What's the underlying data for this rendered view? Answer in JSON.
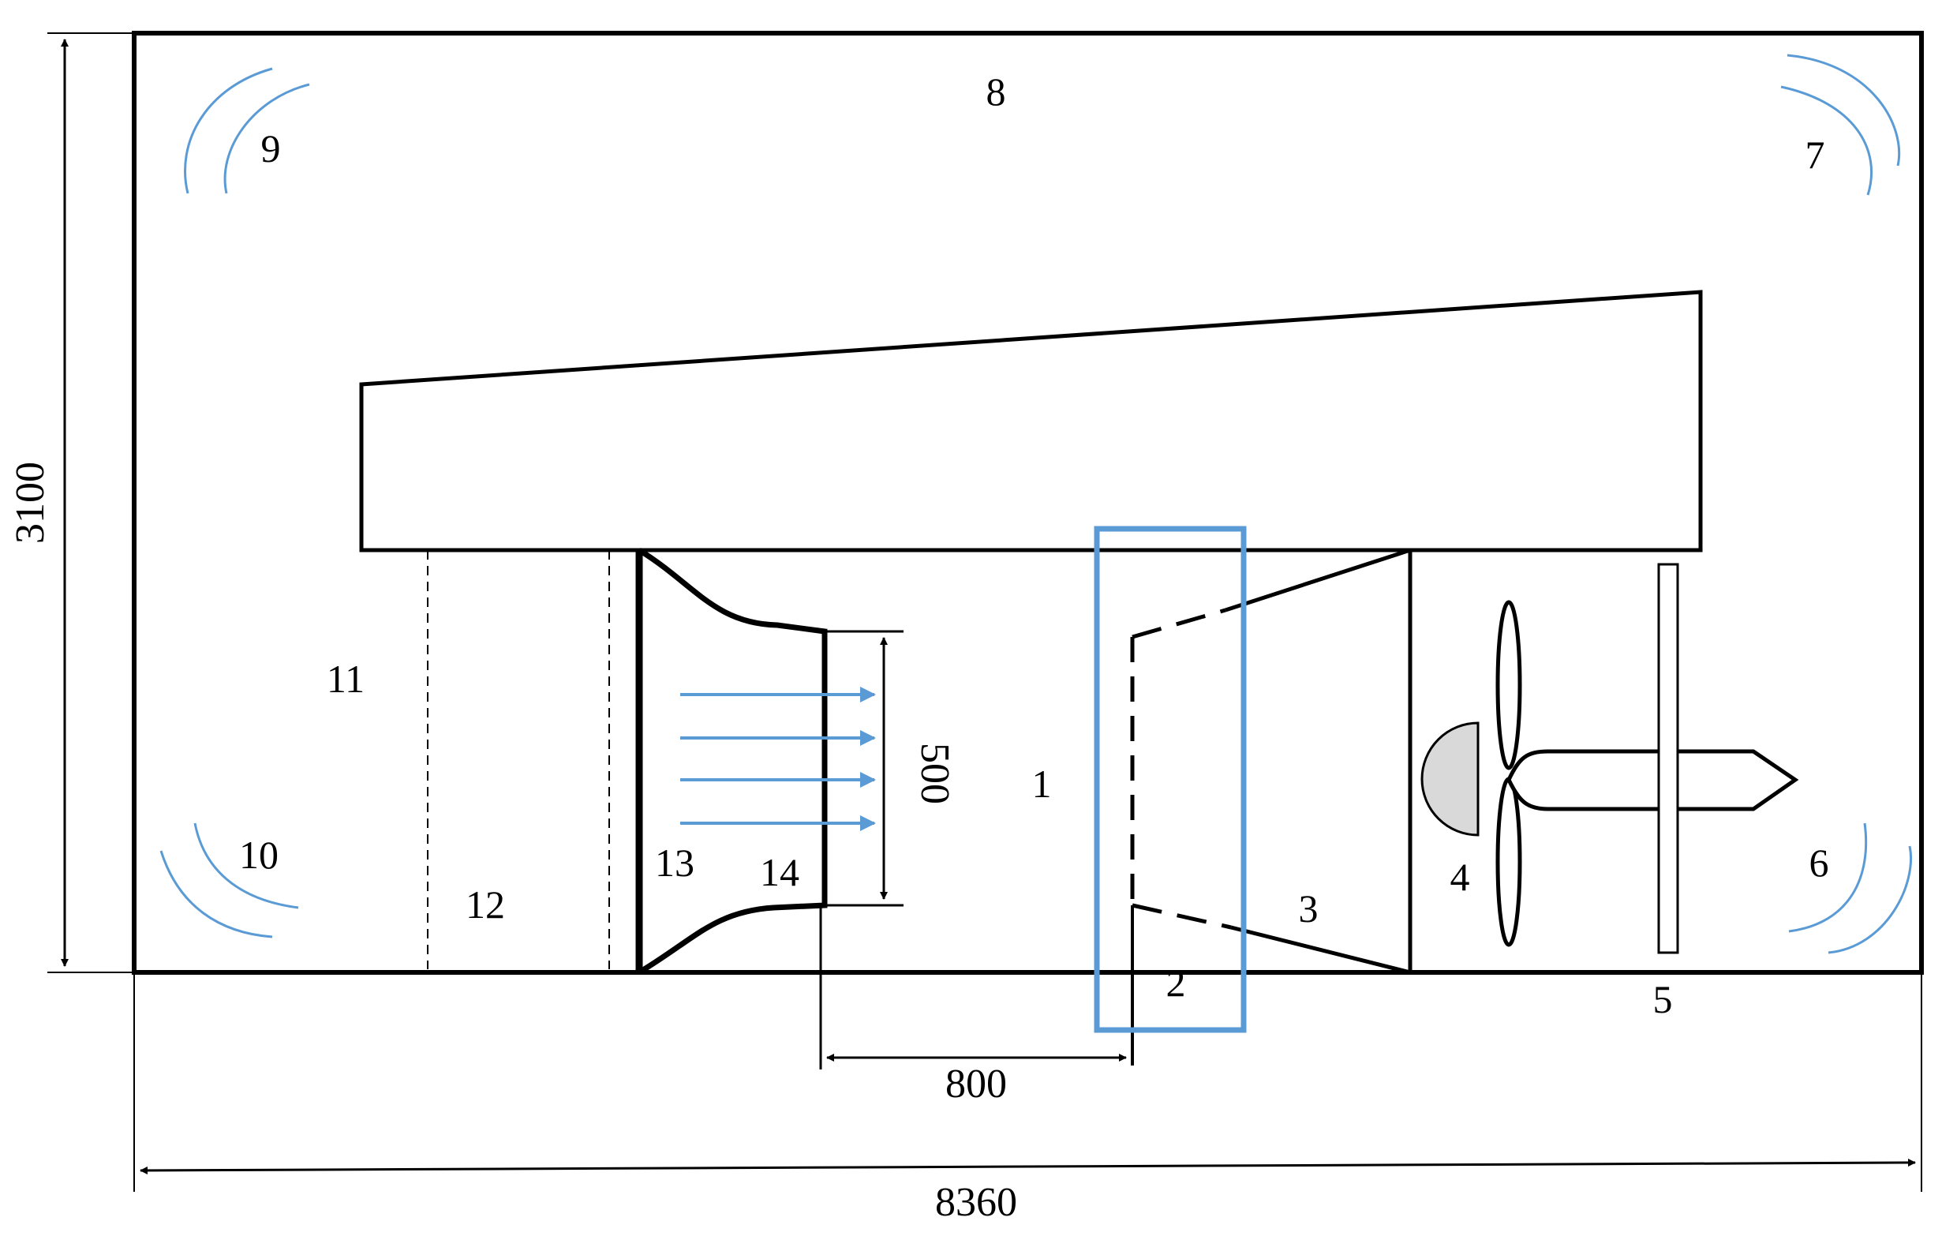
{
  "colors": {
    "outline": "#000000",
    "highlight": "#5b9bd5",
    "hub_fill": "#d9d9d9"
  },
  "dimensions": {
    "height": "3100",
    "width": "8360",
    "nozzle_exit": "500",
    "gap": "800"
  },
  "labels": {
    "l1": "1",
    "l2": "2",
    "l3": "3",
    "l4": "4",
    "l5": "5",
    "l6": "6",
    "l7": "7",
    "l8": "8",
    "l9": "9",
    "l10": "10",
    "l11": "11",
    "l12": "12",
    "l13": "13",
    "l14": "14"
  }
}
